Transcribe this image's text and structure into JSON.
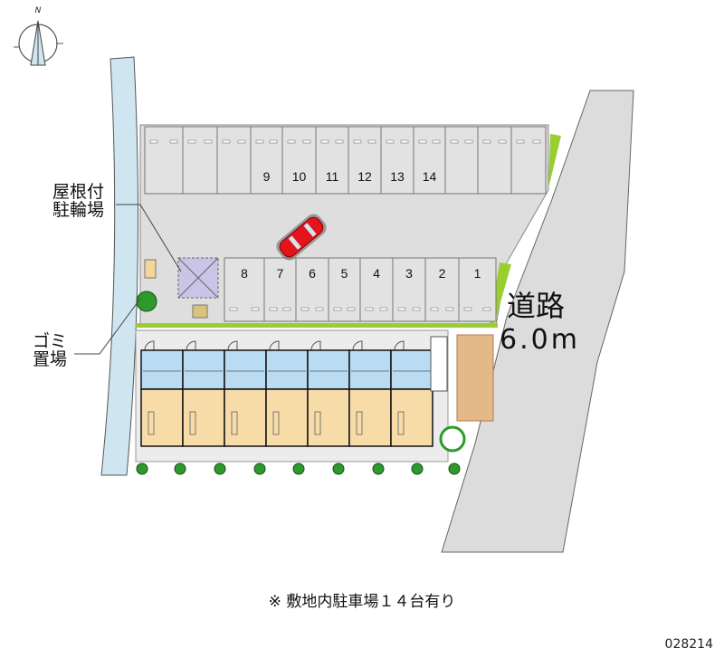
{
  "labels": {
    "road_name": "道路",
    "road_width": "6.0m",
    "bike_shelter_line1": "屋根付",
    "bike_shelter_line2": "駐輪場",
    "garbage_line1": "ゴミ",
    "garbage_line2": "置場",
    "compass_north": "N"
  },
  "parking": {
    "top_row_numbers": [
      "9",
      "10",
      "11",
      "12",
      "13",
      "14"
    ],
    "bottom_row_numbers": [
      "8",
      "7",
      "6",
      "5",
      "4",
      "3",
      "2",
      "1"
    ]
  },
  "building": {
    "unit_count": 7
  },
  "caption": "※ 敷地内駐車場１４台有り",
  "property_code": "028214",
  "colors": {
    "canal": "#cfe6f1",
    "road": "#dcdcdc",
    "lot": "#dedede",
    "grass": "#9acd32",
    "car": "#e3141b",
    "unit_upper": "#b9dcf3",
    "unit_lower": "#f8dca8",
    "shelter": "#c9c5e6"
  }
}
